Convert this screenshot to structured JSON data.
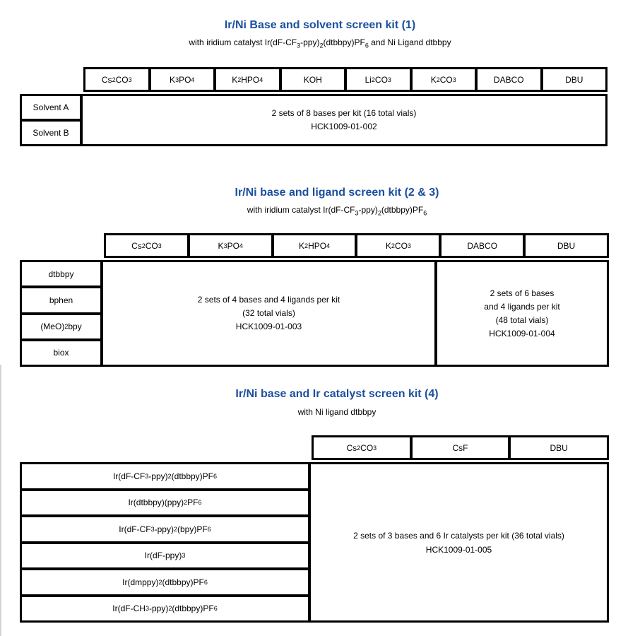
{
  "accent_color": "#1B4F9E",
  "kits": [
    {
      "title": "Ir/Ni Base and solvent screen kit (1)",
      "subtitle": "with iridium catalyst Ir(dF-CF<sub>3</sub>-ppy)<sub>2</sub>(dtbbpy)PF<sub>6</sub> and Ni Ligand dtbbpy",
      "columns": [
        "Cs<sub>2</sub>CO<sub>3</sub>",
        "K<sub>3</sub>PO<sub>4</sub>",
        "K<sub>2</sub>HPO<sub>4</sub>",
        "KOH",
        "Li<sub>2</sub>CO<sub>3</sub>",
        "K<sub>2</sub>CO<sub>3</sub>",
        "DABCO",
        "DBU"
      ],
      "rows": [
        "Solvent A",
        "Solvent B"
      ],
      "merged_cells": [
        {
          "lines": [
            "2 sets of 8 bases per kit (16 total vials)",
            "HCK1009-01-002"
          ]
        }
      ]
    },
    {
      "title": "Ir/Ni base and ligand screen kit (2 & 3)",
      "subtitle": "with iridium catalyst Ir(dF-CF<sub>3</sub>-ppy)<sub>2</sub>(dtbbpy)PF<sub>6</sub>",
      "columns": [
        "Cs<sub>2</sub>CO<sub>3</sub>",
        "K<sub>3</sub>PO<sub>4</sub>",
        "K<sub>2</sub>HPO<sub>4</sub>",
        "K<sub>2</sub>CO<sub>3</sub>",
        "DABCO",
        "DBU"
      ],
      "rows": [
        "dtbbpy",
        "bphen",
        "(MeO)<sub>2</sub>bpy",
        "biox"
      ],
      "merged_cells": [
        {
          "lines": [
            "2 sets of 4 bases and 4 ligands per kit",
            "(32 total vials)",
            "HCK1009-01-003"
          ]
        },
        {
          "lines": [
            "2 sets of 6 bases",
            "and 4 ligands per kit",
            "(48 total vials)",
            "HCK1009-01-004"
          ]
        }
      ]
    },
    {
      "title": "Ir/Ni base and Ir catalyst screen kit (4)",
      "subtitle": "with Ni ligand dtbbpy",
      "columns": [
        "Cs<sub>2</sub>CO<sub>3</sub>",
        "CsF",
        "DBU"
      ],
      "rows": [
        "Ir(dF-CF<sub>3</sub>-ppy)<sub>2</sub>(dtbbpy)PF<sub>6</sub>",
        "Ir(dtbbpy)(ppy)<sub>2</sub>PF<sub>6</sub>",
        "Ir(dF-CF<sub>3</sub>-ppy)<sub>2</sub>(bpy)PF<sub>6</sub>",
        "Ir(dF-ppy)<sub>3</sub>",
        "Ir(dmppy)<sub>2</sub>(dtbbpy)PF<sub>6</sub>",
        "Ir(dF-CH<sub>3</sub>-ppy)<sub>2</sub>(dtbbpy)PF<sub>6</sub>"
      ],
      "merged_cells": [
        {
          "lines": [
            "2 sets of 3 bases and 6 Ir catalysts per kit (36 total vials)",
            "HCK1009-01-005"
          ]
        }
      ]
    }
  ]
}
